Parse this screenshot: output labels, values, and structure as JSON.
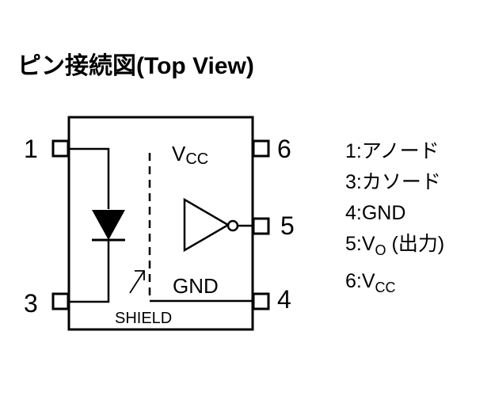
{
  "title": "ピン接続図(Top View)",
  "pins": {
    "p1": "1",
    "p3": "3",
    "p4": "4",
    "p5": "5",
    "p6": "6"
  },
  "labels": {
    "vcc_main": "V",
    "vcc_sub": "CC",
    "gnd": "GND",
    "shield": "SHIELD"
  },
  "legend": {
    "item1": "1:アノード",
    "item3": "3:カソード",
    "item4": "4:GND",
    "item5_prefix": "5:V",
    "item5_sub": "O",
    "item5_suffix": " (出力)",
    "item6_prefix": "6:V",
    "item6_sub": "CC"
  }
}
